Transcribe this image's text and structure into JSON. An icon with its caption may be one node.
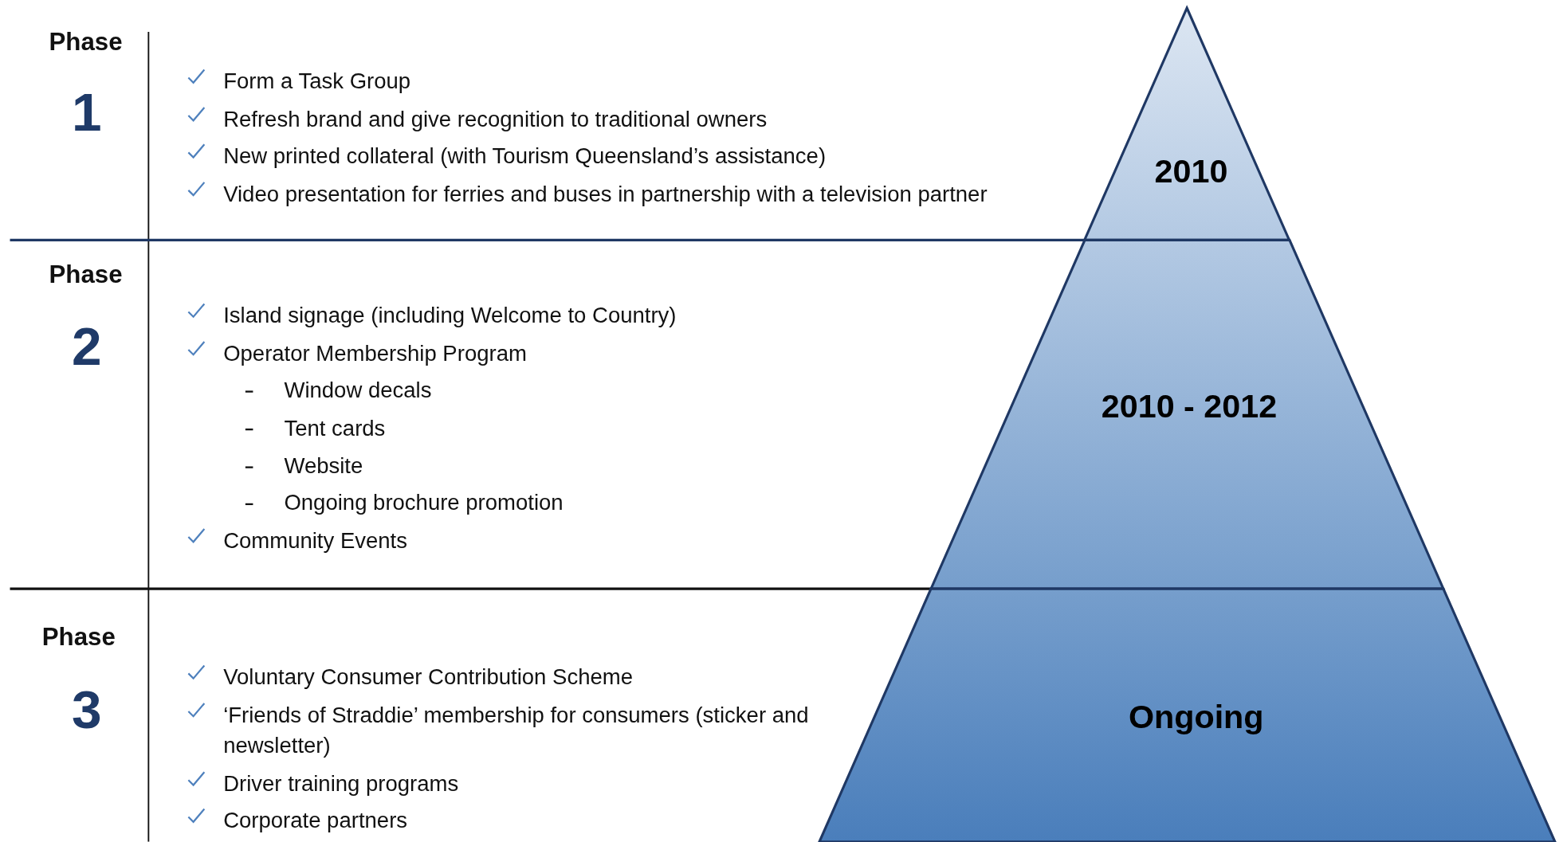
{
  "diagram": {
    "nodes": [
      {
        "text": [
          "2010"
        ]
      },
      {
        "text": [
          "2010 - 2012"
        ]
      },
      {
        "text": [
          "Ongoing"
        ]
      }
    ],
    "labels": [
      "Phase",
      "1",
      "Form a Task Group",
      "Refresh brand and give recognition to traditional owners",
      "New printed collateral (with Tourism Queensland’s assistance)",
      "Video presentation for ferries and buses in partnership with a television partner",
      "Phase",
      "2",
      "Island signage (including Welcome to Country)",
      "Operator Membership Program",
      "Window decals",
      "Tent cards",
      "Website",
      "Ongoing brochure promotion",
      "Community Events",
      "Phase",
      "3",
      "Voluntary Consumer Contribution Scheme",
      "‘Friends of Straddie’ membership for consumers (sticker and newsletter)",
      "Driver training programs",
      "Corporate partners"
    ]
  }
}
